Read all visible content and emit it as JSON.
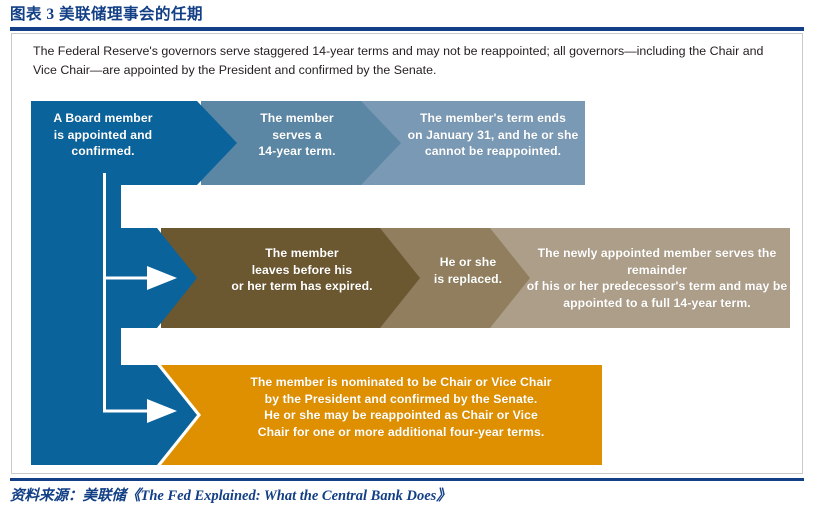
{
  "figure": {
    "title": "图表 3  美联储理事会的任期",
    "intro": "The Federal Reserve's governors serve staggered 14-year terms and may not be reappointed; all governors—including the Chair and Vice Chair—are appointed by the President and confirmed by the Senate.",
    "source": "资料来源：美联储《The Fed Explained: What the Central Bank Does》"
  },
  "colors": {
    "title_blue": "#123F85",
    "dark_blue": "#0B639B",
    "medium_blue": "#5B87A5",
    "light_blue": "#7A99B4",
    "dark_brown": "#6B5730",
    "medium_brown": "#907E5E",
    "light_brown": "#AD9E89",
    "orange": "#DF9000",
    "frame_gray": "#C9C9C9",
    "text_white": "#FFFFFF",
    "body_text": "#231F20"
  },
  "flow": {
    "spine": {
      "label": "A Board member is appointed and confirmed.",
      "line1": "A Board member",
      "line2": "is appointed and",
      "line3": "confirmed."
    },
    "rows": [
      {
        "name": "full-term-row",
        "steps": [
          {
            "name": "step-serves-term",
            "color_key": "medium_blue",
            "lines": [
              "The member",
              "serves a",
              "14-year term."
            ]
          },
          {
            "name": "step-term-ends",
            "color_key": "light_blue",
            "lines": [
              "The member's term ends",
              "on January 31, and he or she",
              "cannot be reappointed."
            ]
          }
        ]
      },
      {
        "name": "early-departure-row",
        "steps": [
          {
            "name": "step-leaves-early",
            "color_key": "dark_brown",
            "lines": [
              "The member",
              "leaves before his",
              "or her term has expired."
            ]
          },
          {
            "name": "step-replaced",
            "color_key": "medium_brown",
            "lines": [
              "He or she",
              "is replaced."
            ]
          },
          {
            "name": "step-successor-term",
            "color_key": "light_brown",
            "lines": [
              "The newly appointed member serves the remainder",
              "of his or her predecessor's term and may be",
              "appointed to a full  14-year term."
            ]
          }
        ]
      },
      {
        "name": "chair-nomination-row",
        "steps": [
          {
            "name": "step-chair-nomination",
            "color_key": "orange",
            "lines": [
              "The member is nominated to be Chair or Vice Chair",
              "by the President and confirmed by the Senate.",
              "He or she may be reappointed as Chair or Vice",
              "Chair for one or more additional four-year terms."
            ]
          }
        ]
      }
    ]
  }
}
